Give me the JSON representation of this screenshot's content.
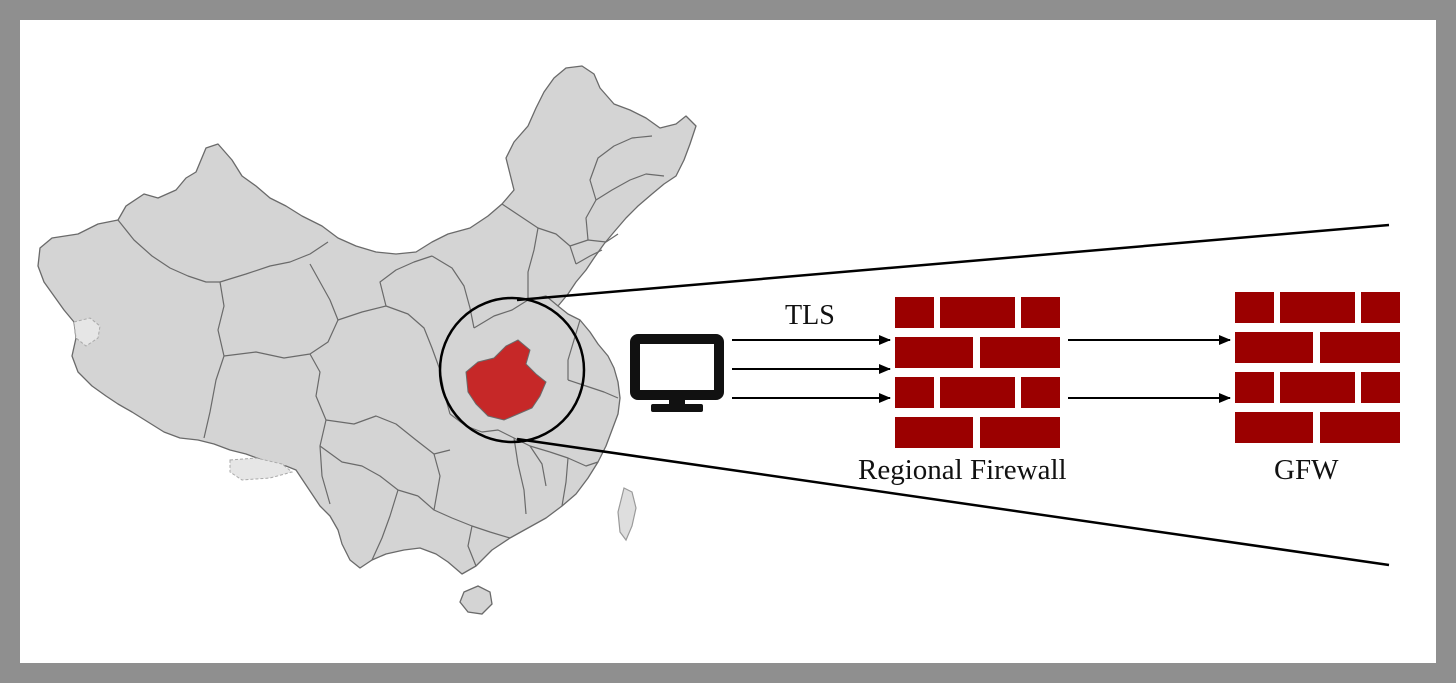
{
  "labels": {
    "tls": "TLS",
    "regional_firewall": "Regional Firewall",
    "gfw": "GFW"
  },
  "map": {
    "name": "China",
    "highlighted_province": "Henan",
    "base_color": "#d4d4d4",
    "border_color": "#6a6a6a",
    "highlight_color": "#c62828"
  },
  "colors": {
    "page_border": "#8f8f8f",
    "background": "#ffffff",
    "brick": "#9b0000",
    "mortar": "#ffffff",
    "line": "#000000",
    "monitor": "#111111"
  },
  "icons": {
    "client": "monitor-icon",
    "regional_firewall": "brick-wall-icon",
    "gfw": "brick-wall-icon",
    "zoom": "magnifier-circle"
  },
  "connections": {
    "client_to_regional_arrows": 3,
    "regional_to_gfw_arrows": 2
  }
}
